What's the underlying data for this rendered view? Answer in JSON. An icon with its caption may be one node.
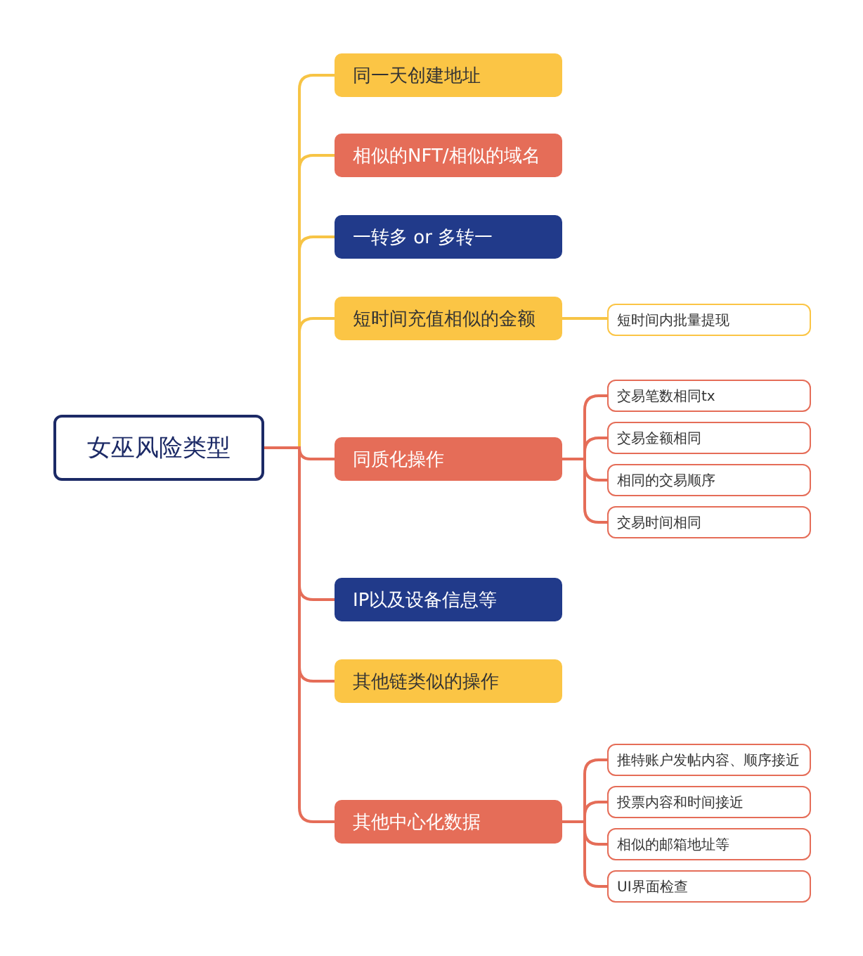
{
  "diagram": {
    "nodes": [
      {
        "text": [
          "女巫风险类型"
        ]
      },
      {
        "text": [
          "同一天创建地址"
        ]
      },
      {
        "text": [
          "相似的NFT/相似的域名"
        ]
      },
      {
        "text": [
          "一转多 or 多转一"
        ]
      },
      {
        "text": [
          "短时间充值相似的金额"
        ]
      },
      {
        "text": [
          "短时间内批量提现"
        ]
      },
      {
        "text": [
          "同质化操作"
        ]
      },
      {
        "text": [
          "交易笔数相同tx"
        ]
      },
      {
        "text": [
          "交易金额相同"
        ]
      },
      {
        "text": [
          "相同的交易顺序"
        ]
      },
      {
        "text": [
          "交易时间相同"
        ]
      },
      {
        "text": [
          "IP以及设备信息等"
        ]
      },
      {
        "text": [
          "其他链类似的操作"
        ]
      },
      {
        "text": [
          "其他中心化数据"
        ]
      },
      {
        "text": [
          "推特账户发帖内容、顺序接近"
        ]
      },
      {
        "text": [
          "投票内容和时间接近"
        ]
      },
      {
        "text": [
          "相似的邮箱地址等"
        ]
      },
      {
        "text": [
          "UI界面检查"
        ]
      }
    ],
    "edges": [
      {
        "from": 0,
        "to": 1,
        "arrow": "none",
        "color": "#f7c445"
      },
      {
        "from": 0,
        "to": 2,
        "arrow": "none",
        "color": "#f7c445"
      },
      {
        "from": 0,
        "to": 3,
        "arrow": "none",
        "color": "#f7c445"
      },
      {
        "from": 0,
        "to": 4,
        "arrow": "none",
        "color": "#f7c445"
      },
      {
        "from": 4,
        "to": 5,
        "arrow": "none",
        "color": "#f7c445"
      },
      {
        "from": 0,
        "to": 6,
        "arrow": "none"
      },
      {
        "from": 6,
        "to": 7,
        "arrow": "none"
      },
      {
        "from": 6,
        "to": 8,
        "arrow": "none"
      },
      {
        "from": 6,
        "to": 9,
        "arrow": "none"
      },
      {
        "from": 6,
        "to": 10,
        "arrow": "none"
      },
      {
        "from": 0,
        "to": 11,
        "arrow": "none"
      },
      {
        "from": 0,
        "to": 12,
        "arrow": "none"
      },
      {
        "from": 0,
        "to": 13,
        "arrow": "none"
      },
      {
        "from": 13,
        "to": 14,
        "arrow": "none"
      },
      {
        "from": 13,
        "to": 15,
        "arrow": "none"
      },
      {
        "from": 13,
        "to": 16,
        "arrow": "none"
      },
      {
        "from": 13,
        "to": 17,
        "arrow": "none"
      }
    ]
  }
}
